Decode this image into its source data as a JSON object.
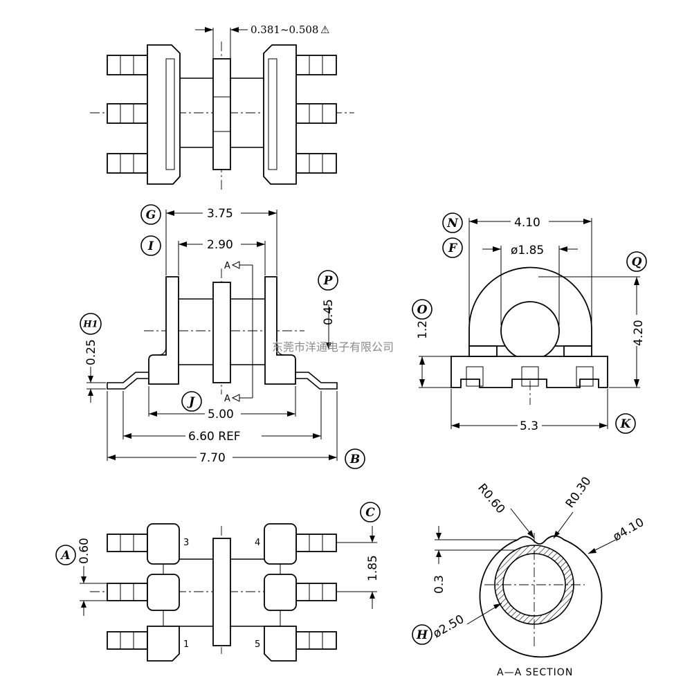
{
  "top_view": {
    "dim_gap": "0.381~0.508",
    "warning_symbol": "⚠"
  },
  "front_view": {
    "dim_flange_outer": "3.75",
    "dim_flange_inner": "2.90",
    "dim_height_0_45": "0.45",
    "dim_pin_height": "0.25",
    "dim_base_width": "5.00",
    "dim_ref": "6.60 REF",
    "dim_overall": "7.70",
    "section_mark_top": "A",
    "section_mark_bottom": "A"
  },
  "side_view": {
    "dim_top_width": "4.10",
    "dim_hole": "ø1.85",
    "dim_base_height": "1.2",
    "dim_total_height": "4.20",
    "dim_base_width": "5.3"
  },
  "bottom_view": {
    "dim_pin_spacing": "0.60",
    "dim_pitch": "1.85",
    "pin_labels": [
      "3",
      "4",
      "1",
      "5"
    ]
  },
  "section_view": {
    "dim_r060": "R0.60",
    "dim_r030": "R0.30",
    "dim_outer": "ø4.10",
    "dim_gap": "0.3",
    "dim_inner": "ø2.50",
    "caption": "A—A  SECTION"
  },
  "callouts": {
    "G": "G",
    "I": "I",
    "P": "P",
    "H1": "H1",
    "J": "J",
    "B": "B",
    "N": "N",
    "F": "F",
    "Q": "Q",
    "O": "O",
    "K": "K",
    "C": "C",
    "A": "A",
    "H": "H"
  },
  "watermark": "东莞市洋通电子有限公司"
}
